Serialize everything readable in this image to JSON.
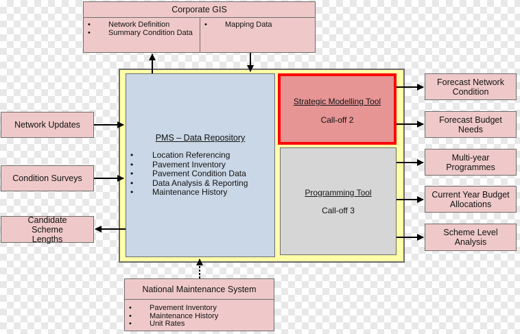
{
  "corporate_gis": {
    "title": "Corporate GIS",
    "left_items": [
      "Network Definition",
      "Summary Condition Data"
    ],
    "right_items": [
      "Mapping Data"
    ]
  },
  "pms": {
    "title": "PMS – Data Repository",
    "items": [
      "Location Referencing",
      "Pavement Inventory",
      "Pavement Condition Data",
      "Data Analysis & Reporting",
      "Maintenance History"
    ]
  },
  "strategic": {
    "title": "Strategic Modelling Tool",
    "subtitle": "Call-off 2"
  },
  "programming": {
    "title": "Programming Tool",
    "subtitle": "Call-off 3"
  },
  "inputs": {
    "network_updates": "Network Updates",
    "condition_surveys": "Condition Surveys",
    "candidate_scheme": "Candidate Scheme Lengths"
  },
  "outputs": {
    "forecast_network": "Forecast Network Condition",
    "forecast_budget": "Forecast Budget Needs",
    "multi_year": "Multi-year Programmes",
    "current_year": "Current Year Budget Allocations",
    "scheme_level": "Scheme Level Analysis"
  },
  "nms": {
    "title": "National Maintenance System",
    "items": [
      "Pavement Inventory",
      "Maintenance History",
      "Unit Rates"
    ]
  },
  "colors": {
    "box_fill": "#efc9c9",
    "outer_fill": "#ffffa8",
    "repository_fill": "#c9d7e6",
    "strategic_fill": "#e69494",
    "strategic_border": "#ff0000",
    "programming_fill": "#d6d6d6"
  }
}
